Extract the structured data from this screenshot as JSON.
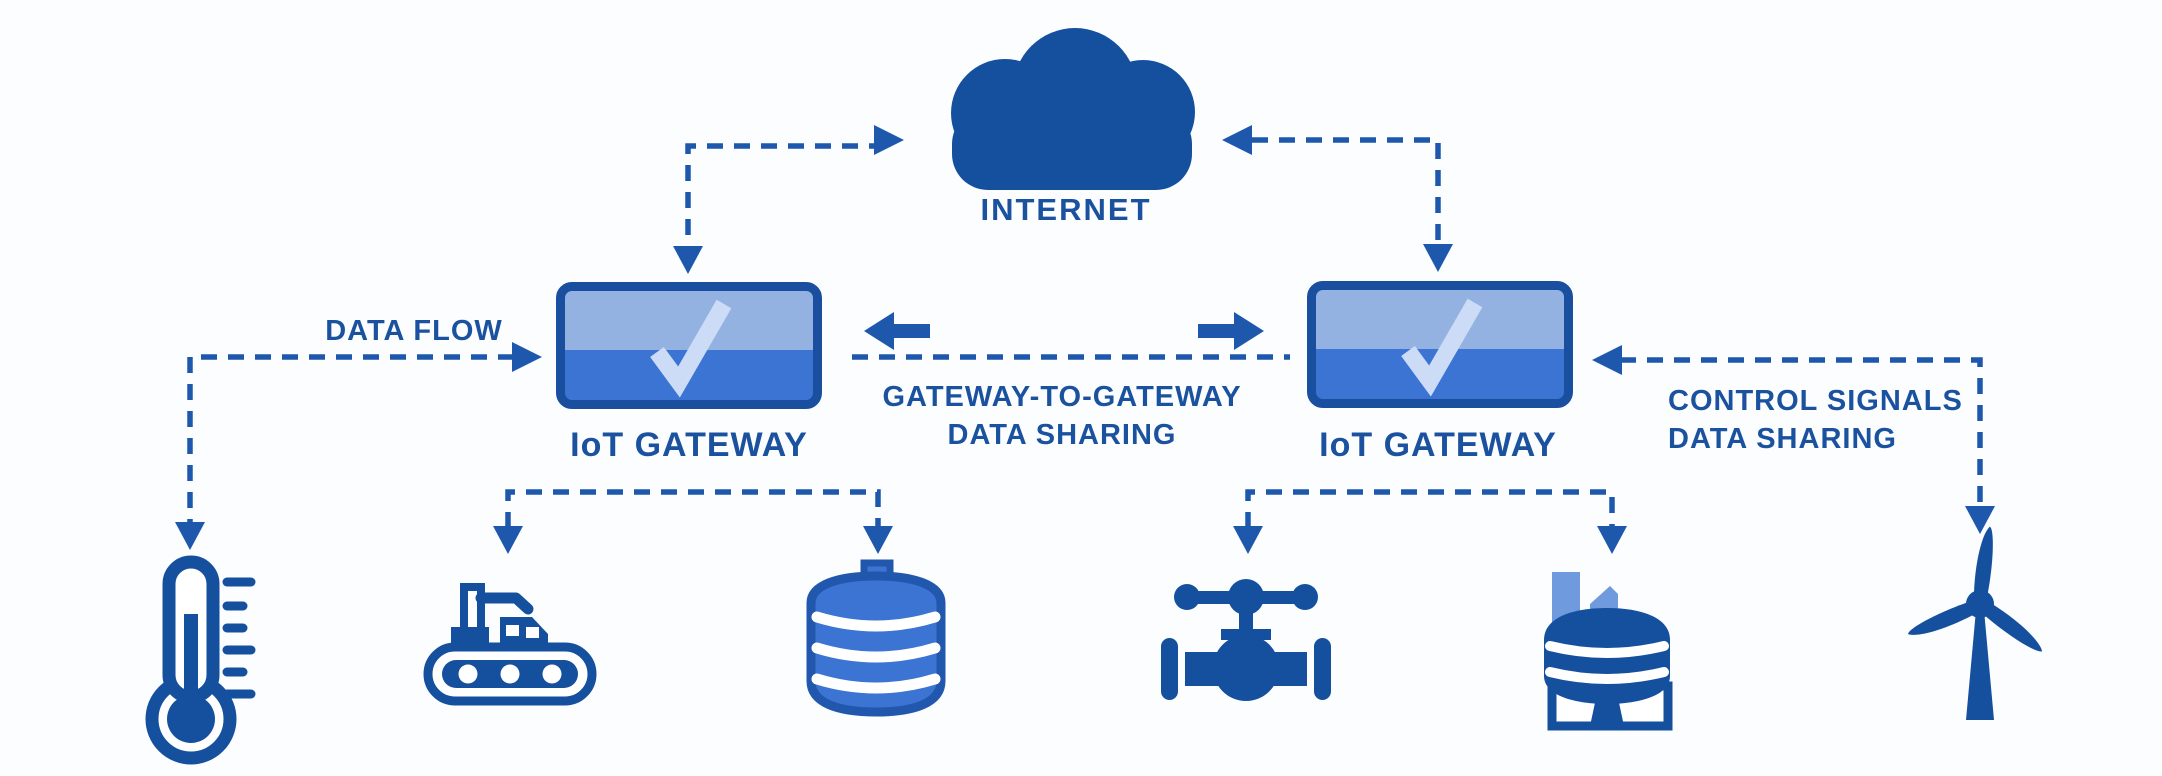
{
  "diagram": {
    "internet": {
      "label": "INTERNET",
      "icon": "cloud-icon"
    },
    "gateways": [
      {
        "label": "IoT GATEWAY",
        "icon": "checkmark-icon"
      },
      {
        "label": "IoT GATEWAY",
        "icon": "checkmark-icon"
      }
    ],
    "annotations": {
      "data_flow": "DATA FLOW",
      "gateway_to_gateway": {
        "line1": "GATEWAY-TO-GATEWAY",
        "line2": "DATA SHARING"
      },
      "control_signals": {
        "line1": "CONTROL SIGNALS",
        "line2": "DATA SHARING"
      }
    },
    "devices": [
      {
        "icon": "thermometer-icon",
        "name": "temperature-sensor"
      },
      {
        "icon": "conveyor-icon",
        "name": "conveyor-machine"
      },
      {
        "icon": "storage-tank-icon",
        "name": "storage-tank"
      },
      {
        "icon": "valve-icon",
        "name": "pipe-valve"
      },
      {
        "icon": "factory-icon",
        "name": "factory-silo"
      },
      {
        "icon": "wind-turbine-icon",
        "name": "wind-turbine"
      }
    ],
    "connectors": [
      {
        "from": "iot-gateway-1",
        "to": "internet",
        "style": "dashed",
        "arrows": "both"
      },
      {
        "from": "internet",
        "to": "iot-gateway-2",
        "style": "dashed",
        "arrows": "both"
      },
      {
        "from": "iot-gateway-1",
        "to": "iot-gateway-2",
        "style": "dashed-with-solid-arrows",
        "arrows": "both",
        "label": "GATEWAY-TO-GATEWAY DATA SHARING"
      },
      {
        "from": "temperature-sensor",
        "to": "iot-gateway-1",
        "style": "dashed",
        "arrows": "both",
        "label": "DATA FLOW"
      },
      {
        "from": "iot-gateway-1",
        "to": "conveyor-machine / storage-tank",
        "style": "dashed",
        "arrows": "down"
      },
      {
        "from": "iot-gateway-2",
        "to": "pipe-valve / factory-silo",
        "style": "dashed",
        "arrows": "down"
      },
      {
        "from": "iot-gateway-2",
        "to": "wind-turbine",
        "style": "dashed",
        "arrows": "both",
        "label": "CONTROL SIGNALS DATA SHARING"
      }
    ],
    "colors": {
      "background": "#fcfdfe",
      "primary_dark": "#15509f",
      "accent_text": "#1b529f",
      "connector": "#1d58ad",
      "box_border": "#1a4fa0",
      "box_top": "#93b2e2",
      "box_bottom": "#3b74d3",
      "check": "#cddcf6",
      "tank_fill": "#3b74d2",
      "tank_border": "#2257ae",
      "chimney_light": "#6f9ade"
    }
  }
}
